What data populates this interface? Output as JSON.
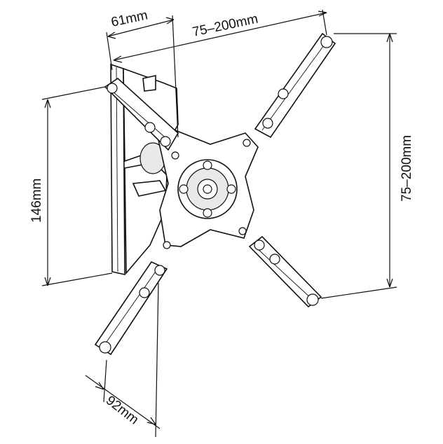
{
  "dimensions": {
    "wall_depth": "61mm",
    "vesa_horizontal": "75–200mm",
    "vesa_vertical": "75–200mm",
    "plate_height": "146mm",
    "extended_depth": "92mm"
  }
}
